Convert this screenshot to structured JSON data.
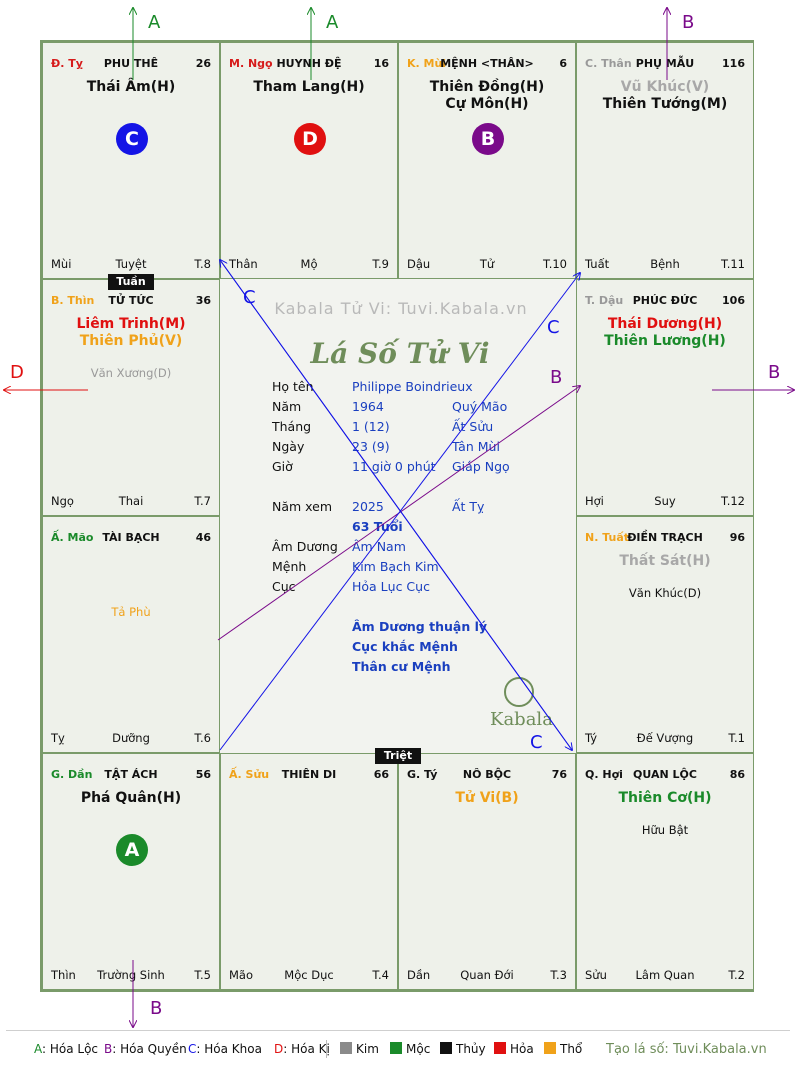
{
  "watermark": "Kabala Tử Vi: Tuvi.Kabala.vn",
  "chart_title": "Lá Số Tử Vi",
  "logo_text": "Kabala",
  "tags": {
    "tuan": "Tuần",
    "triet": "Triệt"
  },
  "cells": [
    {
      "id": "ty",
      "can_chi": "Đ. Tỵ",
      "can_color": "#d61b1b",
      "palace": "PHU THÊ",
      "num": "26",
      "main": [
        {
          "t": "Thái Âm(H)",
          "c": "#111"
        }
      ],
      "minor": [],
      "circle": {
        "t": "C",
        "c": "#1414e6"
      },
      "bl": "Mùi",
      "bc": "Tuyệt",
      "br": "T.8"
    },
    {
      "id": "ngo",
      "can_chi": "M. Ngọ",
      "can_color": "#d61b1b",
      "palace": "HUYNH ĐỆ",
      "num": "16",
      "main": [
        {
          "t": "Tham Lang(H)",
          "c": "#111"
        }
      ],
      "minor": [],
      "circle": {
        "t": "D",
        "c": "#e01010"
      },
      "bl": "Thân",
      "bc": "Mộ",
      "br": "T.9"
    },
    {
      "id": "mui",
      "can_chi": "K. Mùi",
      "can_color": "#f0a21a",
      "palace": "MỆNH <THÂN>",
      "num": "6",
      "main": [
        {
          "t": "Thiên Đồng(H)",
          "c": "#111"
        },
        {
          "t": "Cự Môn(H)",
          "c": "#111"
        }
      ],
      "minor": [],
      "circle": {
        "t": "B",
        "c": "#7a0a8a"
      },
      "bl": "Dậu",
      "bc": "Tử",
      "br": "T.10"
    },
    {
      "id": "than",
      "can_chi": "C. Thân",
      "can_color": "#999999",
      "palace": "PHỤ MẪU",
      "num": "116",
      "main": [
        {
          "t": "Vũ Khúc(V)",
          "c": "#a8a8a8"
        },
        {
          "t": "Thiên Tướng(M)",
          "c": "#111"
        }
      ],
      "minor": [],
      "circle": null,
      "bl": "Tuất",
      "bc": "Bệnh",
      "br": "T.11"
    },
    {
      "id": "thin",
      "can_chi": "B. Thìn",
      "can_color": "#f0a21a",
      "palace": "TỬ TỨC",
      "num": "36",
      "main": [
        {
          "t": "Liêm Trinh(M)",
          "c": "#e01010"
        },
        {
          "t": "Thiên Phủ(V)",
          "c": "#f0a21a"
        }
      ],
      "minor": [
        {
          "t": "Văn Xương(D)",
          "c": "#999999"
        }
      ],
      "circle": null,
      "bl": "Ngọ",
      "bc": "Thai",
      "br": "T.7"
    },
    {
      "id": "dau",
      "can_chi": "T. Dậu",
      "can_color": "#999999",
      "palace": "PHÚC ĐỨC",
      "num": "106",
      "main": [
        {
          "t": "Thái Dương(H)",
          "c": "#e01010"
        },
        {
          "t": "Thiên Lương(H)",
          "c": "#1a8a2a"
        }
      ],
      "minor": [],
      "circle": null,
      "bl": "Hợi",
      "bc": "Suy",
      "br": "T.12"
    },
    {
      "id": "mao",
      "can_chi": "Ấ. Mão",
      "can_color": "#1a8a2a",
      "palace": "TÀI BẠCH",
      "num": "46",
      "main": [],
      "minor": [
        {
          "t": "Tả Phù",
          "c": "#f0a21a"
        }
      ],
      "circle": null,
      "bl": "Tỵ",
      "bc": "Dưỡng",
      "br": "T.6"
    },
    {
      "id": "tuat",
      "can_chi": "N. Tuất",
      "can_color": "#f0a21a",
      "palace": "ĐIỀN TRẠCH",
      "num": "96",
      "main": [
        {
          "t": "Thất Sát(H)",
          "c": "#a8a8a8"
        }
      ],
      "minor": [
        {
          "t": "Văn Khúc(D)",
          "c": "#111"
        }
      ],
      "circle": null,
      "bl": "Tý",
      "bc": "Đế Vượng",
      "br": "T.1"
    },
    {
      "id": "dan",
      "can_chi": "G. Dần",
      "can_color": "#1a8a2a",
      "palace": "TẬT ÁCH",
      "num": "56",
      "main": [
        {
          "t": "Phá Quân(H)",
          "c": "#111"
        }
      ],
      "minor": [],
      "circle": {
        "t": "A",
        "c": "#1a8a2a"
      },
      "bl": "Thìn",
      "bc": "Trường Sinh",
      "br": "T.5"
    },
    {
      "id": "suu",
      "can_chi": "Ấ. Sửu",
      "can_color": "#f0a21a",
      "palace": "THIÊN DI",
      "num": "66",
      "main": [],
      "minor": [],
      "circle": null,
      "bl": "Mão",
      "bc": "Mộc Dục",
      "br": "T.4"
    },
    {
      "id": "ti",
      "can_chi": "G. Tý",
      "can_color": "#111111",
      "palace": "NÔ BỘC",
      "num": "76",
      "main": [
        {
          "t": "Tử Vi(B)",
          "c": "#f0a21a"
        }
      ],
      "minor": [],
      "circle": null,
      "bl": "Dần",
      "bc": "Quan Đới",
      "br": "T.3"
    },
    {
      "id": "hoi",
      "can_chi": "Q. Hợi",
      "can_color": "#111111",
      "palace": "QUAN LỘC",
      "num": "86",
      "main": [
        {
          "t": "Thiên Cơ(H)",
          "c": "#1a8a2a"
        }
      ],
      "minor": [
        {
          "t": "Hữu Bật",
          "c": "#111"
        }
      ],
      "circle": null,
      "bl": "Sửu",
      "bc": "Lâm Quan",
      "br": "T.2"
    }
  ],
  "info": {
    "rows": [
      {
        "label": "Họ tên",
        "v1": "Philippe Boindrieux",
        "v2": ""
      },
      {
        "label": "Năm",
        "v1": "1964",
        "v2": "Quý Mão"
      },
      {
        "label": "Tháng",
        "v1": "1  (12)",
        "v2": "Ất Sửu"
      },
      {
        "label": "Ngày",
        "v1": "23  (9)",
        "v2": "Tân Mùi"
      },
      {
        "label": "Giờ",
        "v1": "11 giờ 0 phút",
        "v2": "Giáp Ngọ"
      }
    ],
    "rows2": [
      {
        "label": "Năm xem",
        "v1": "2025",
        "v2": "Ất Tỵ"
      },
      {
        "label": "",
        "v1": "63 Tuổi",
        "v2": ""
      },
      {
        "label": "Âm Dương",
        "v1": "Âm Nam",
        "v2": ""
      },
      {
        "label": "Mệnh",
        "v1": "Kim Bạch Kim",
        "v2": ""
      },
      {
        "label": "Cục",
        "v1": "Hỏa Lục Cục",
        "v2": ""
      }
    ],
    "notes": [
      "Âm Dương thuận lý",
      "Cục khắc Mệnh",
      "Thân cư Mệnh"
    ]
  },
  "arrow_labels": {
    "a": "A",
    "b": "B",
    "c": "C",
    "d": "D"
  },
  "arrow_colors": {
    "a": "#1a8a2a",
    "b": "#7a0a8a",
    "c": "#1414e6",
    "d": "#e01010"
  },
  "legend": {
    "items": [
      {
        "key": "A",
        "text": ": Hóa Lộc",
        "c": "#1a8a2a"
      },
      {
        "key": "B",
        "text": ": Hóa Quyền",
        "c": "#7a0a8a"
      },
      {
        "key": "C",
        "text": ": Hóa Khoa",
        "c": "#1414e6"
      },
      {
        "key": "D",
        "text": ": Hóa Kị",
        "c": "#e01010"
      }
    ],
    "elements": [
      {
        "text": "Kim",
        "c": "#8a8a8a"
      },
      {
        "text": "Mộc",
        "c": "#1a8a2a"
      },
      {
        "text": "Thủy",
        "c": "#111111"
      },
      {
        "text": "Hỏa",
        "c": "#e01010"
      },
      {
        "text": "Thổ",
        "c": "#f0a21a"
      }
    ],
    "site": "Tạo lá số: Tuvi.Kabala.vn"
  }
}
